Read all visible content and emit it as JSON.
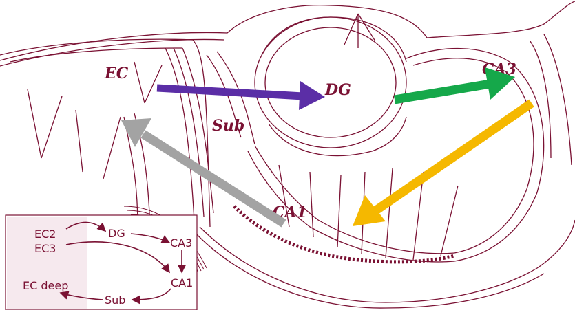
{
  "regions": {
    "ec": "EC",
    "dg": "DG",
    "ca3": "CA3",
    "sub": "Sub",
    "ca1": "CA1"
  },
  "inset": {
    "ec2": "EC2",
    "ec3": "EC3",
    "dg": "DG",
    "ca3": "CA3",
    "ca1": "CA1",
    "sub": "Sub",
    "ec_deep": "EC deep"
  },
  "colors": {
    "ink": "#7a1133",
    "purple_arrow": "#5b2ea6",
    "green_arrow": "#15a84a",
    "orange_arrow": "#f5b800",
    "gray_arrow": "#a3a3a3",
    "inset_bg": "#f6e9ee"
  }
}
